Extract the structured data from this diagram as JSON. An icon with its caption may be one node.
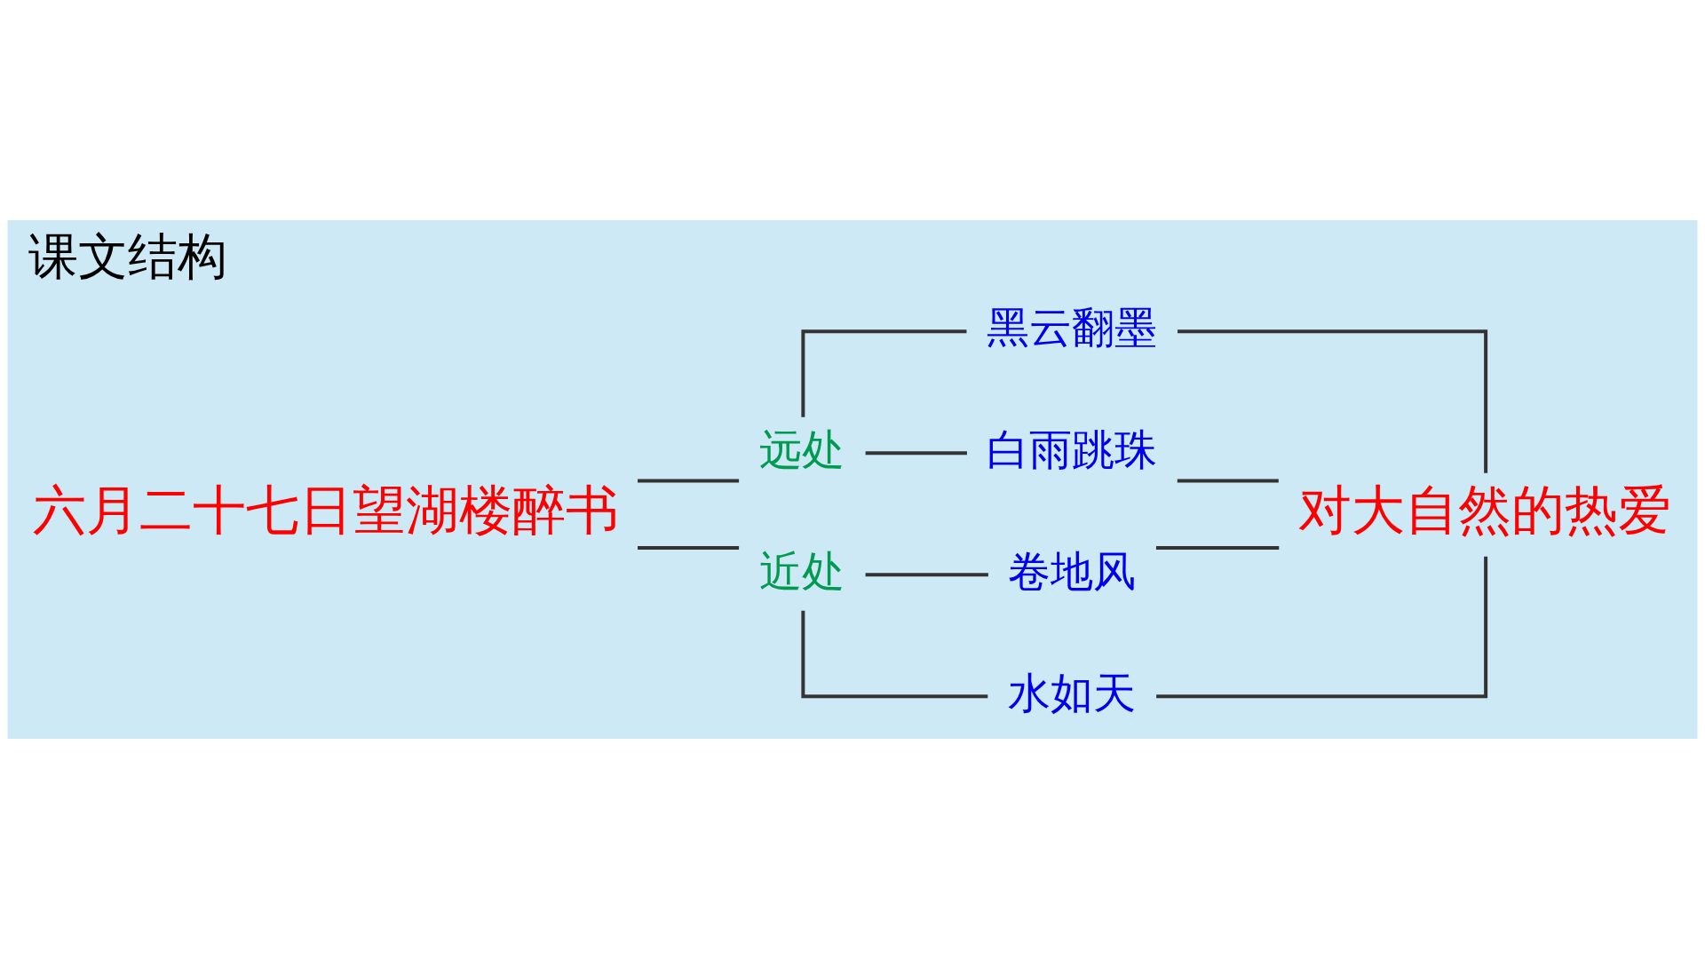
{
  "diagram": {
    "title": "课文结构",
    "nodes": [
      {
        "text": [
          "六月二十七日望湖楼醉书"
        ]
      },
      {
        "text": [
          "远处"
        ]
      },
      {
        "text": [
          "近处"
        ]
      },
      {
        "text": [
          "黑云翻墨"
        ]
      },
      {
        "text": [
          "白雨跳珠"
        ]
      },
      {
        "text": [
          "卷地风"
        ]
      },
      {
        "text": [
          "水如天"
        ]
      },
      {
        "text": [
          "对大自然的热爱"
        ]
      }
    ],
    "edges": [
      {
        "from": 0,
        "to": 1,
        "arrow": "none"
      },
      {
        "from": 0,
        "to": 2,
        "arrow": "none"
      },
      {
        "from": 1,
        "to": 3,
        "arrow": "none"
      },
      {
        "from": 1,
        "to": 4,
        "arrow": "none"
      },
      {
        "from": 2,
        "to": 5,
        "arrow": "none"
      },
      {
        "from": 2,
        "to": 6,
        "arrow": "none"
      },
      {
        "from": 3,
        "to": 7,
        "arrow": "none"
      },
      {
        "from": 4,
        "to": 7,
        "arrow": "none"
      },
      {
        "from": 5,
        "to": 7,
        "arrow": "none"
      },
      {
        "from": 6,
        "to": 7,
        "arrow": "none"
      }
    ]
  }
}
